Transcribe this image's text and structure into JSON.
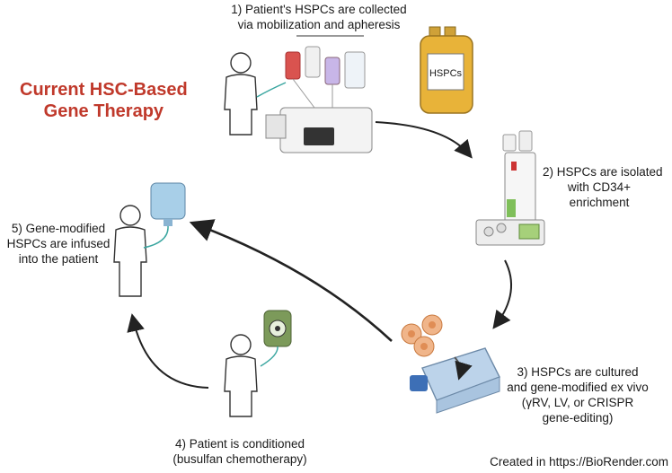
{
  "title": [
    "Current HSC-Based",
    "Gene Therapy"
  ],
  "steps": {
    "s1": [
      "1) Patient's HSPCs are collected",
      "via mobilization and apheresis"
    ],
    "s2": [
      "2) HSPCs are isolated",
      "with CD34+",
      "enrichment"
    ],
    "s3": [
      "3) HSPCs are cultured",
      "and gene-modified ex vivo",
      "(γRV, LV, or CRISPR",
      "gene-editing)"
    ],
    "s4": [
      "4) Patient is conditioned",
      "(busulfan chemotherapy)"
    ],
    "s5": [
      "5) Gene-modified",
      "HSPCs are infused",
      "into the patient"
    ]
  },
  "bag_label": "HSPCs",
  "credit": "Created in https://BioRender.com",
  "colors": {
    "title": "#c0392b",
    "cell_bag": "#e8b339",
    "blood_red": "#d9534f",
    "iv_blue": "#a8cfe8",
    "chemo_green": "#7c9a5a",
    "flask_blue": "#bcd3ea",
    "cap_blue": "#3d6fb6",
    "cell_orange": "#f0b58a"
  }
}
